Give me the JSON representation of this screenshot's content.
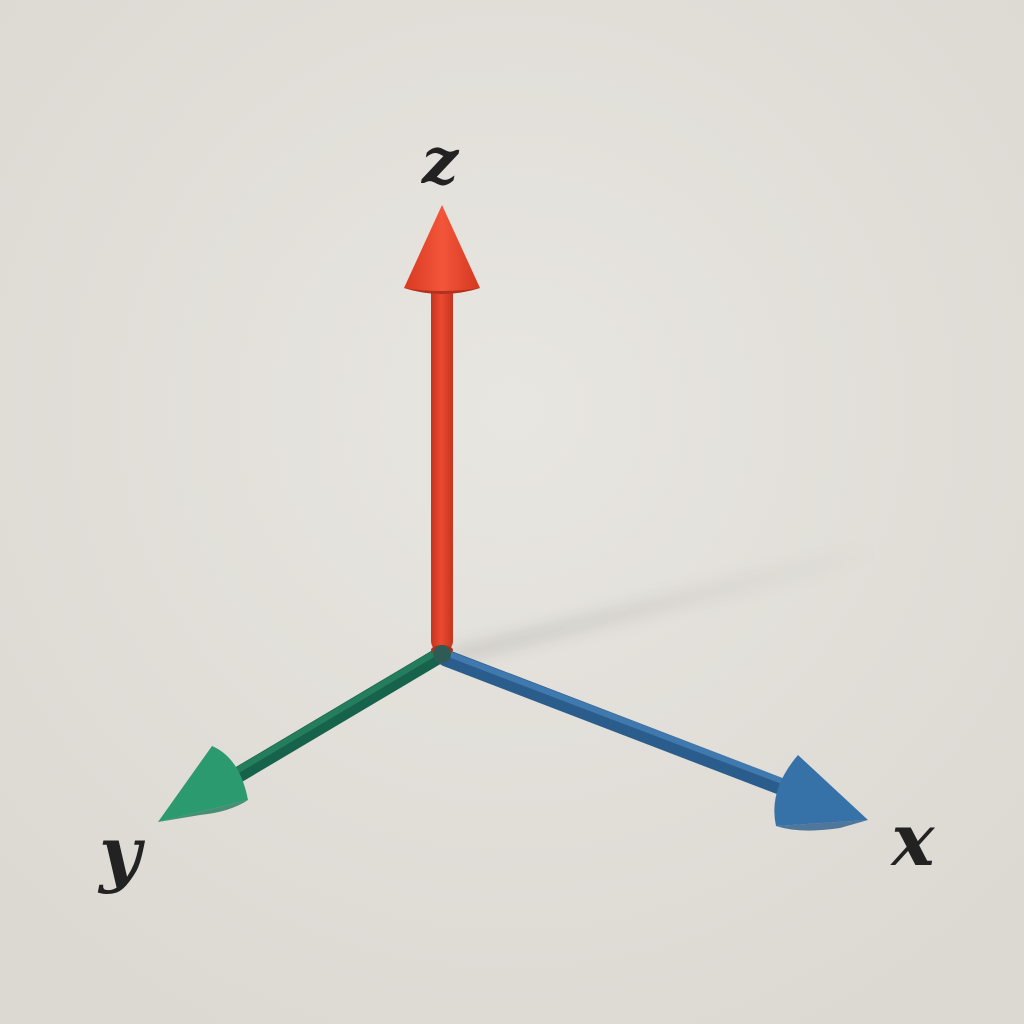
{
  "diagram": {
    "background": "#e4e1dc",
    "axes": [
      {
        "id": "z",
        "label": "z",
        "color": "#e8452d",
        "color_dark": "#c4351f"
      },
      {
        "id": "y",
        "label": "y",
        "color": "#1f7a5c",
        "color_dark": "#16624a",
        "head_color": "#2b9a6e"
      },
      {
        "id": "x",
        "label": "x",
        "color": "#3672a8",
        "color_dark": "#2a5d8c"
      }
    ]
  }
}
